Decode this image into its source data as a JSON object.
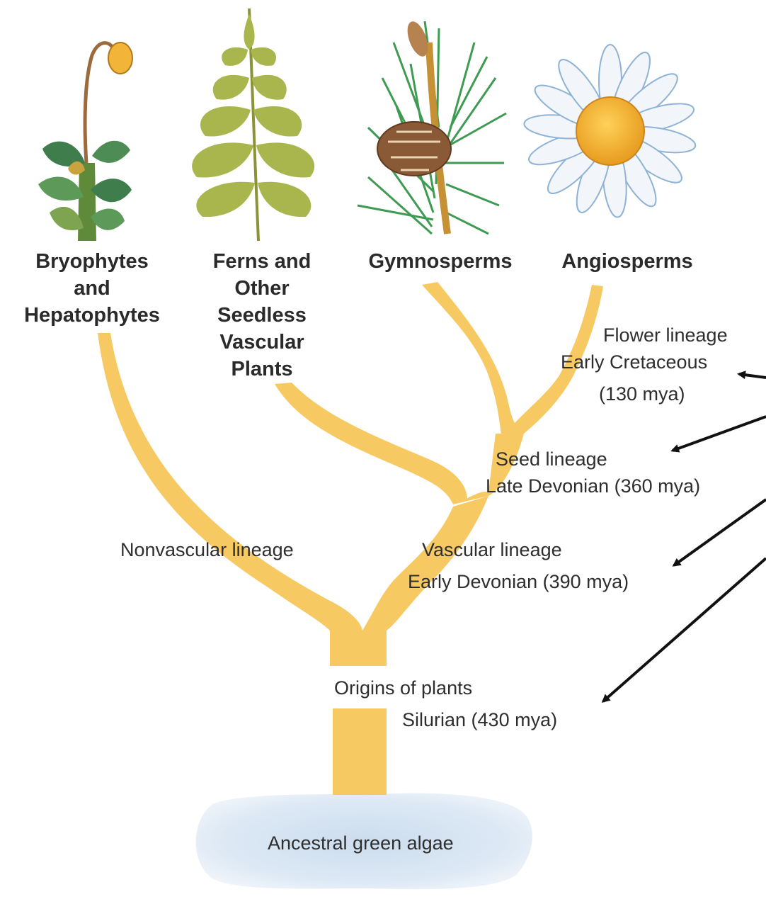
{
  "groups": [
    {
      "lines": [
        "Bryophytes",
        "and",
        "Hepatophytes"
      ]
    },
    {
      "lines": [
        "Ferns and",
        "Other",
        "Seedless",
        "Vascular",
        "Plants"
      ]
    },
    {
      "lines": [
        "Gymnosperms"
      ]
    },
    {
      "lines": [
        "Angiosperms"
      ]
    }
  ],
  "lineages": {
    "flower": {
      "name": "Flower lineage",
      "period": "Early Cretaceous",
      "date": "(130 mya)"
    },
    "seed": {
      "name": "Seed lineage",
      "period": "Late Devonian (360 mya)"
    },
    "nonvascular": {
      "name": "Nonvascular lineage"
    },
    "vascular": {
      "name": "Vascular lineage",
      "period": "Early Devonian (390 mya)"
    },
    "origins": {
      "name": "Origins of plants",
      "period": "Silurian (430 mya)"
    }
  },
  "ancestor": "Ancestral green algae",
  "colors": {
    "branch": "#f7c962",
    "algae": "#c6d9ec",
    "arrow": "#111111",
    "text": "#2e2e2e"
  },
  "icons": [
    "moss-illustration",
    "fern-illustration",
    "pine-illustration",
    "daisy-illustration"
  ]
}
